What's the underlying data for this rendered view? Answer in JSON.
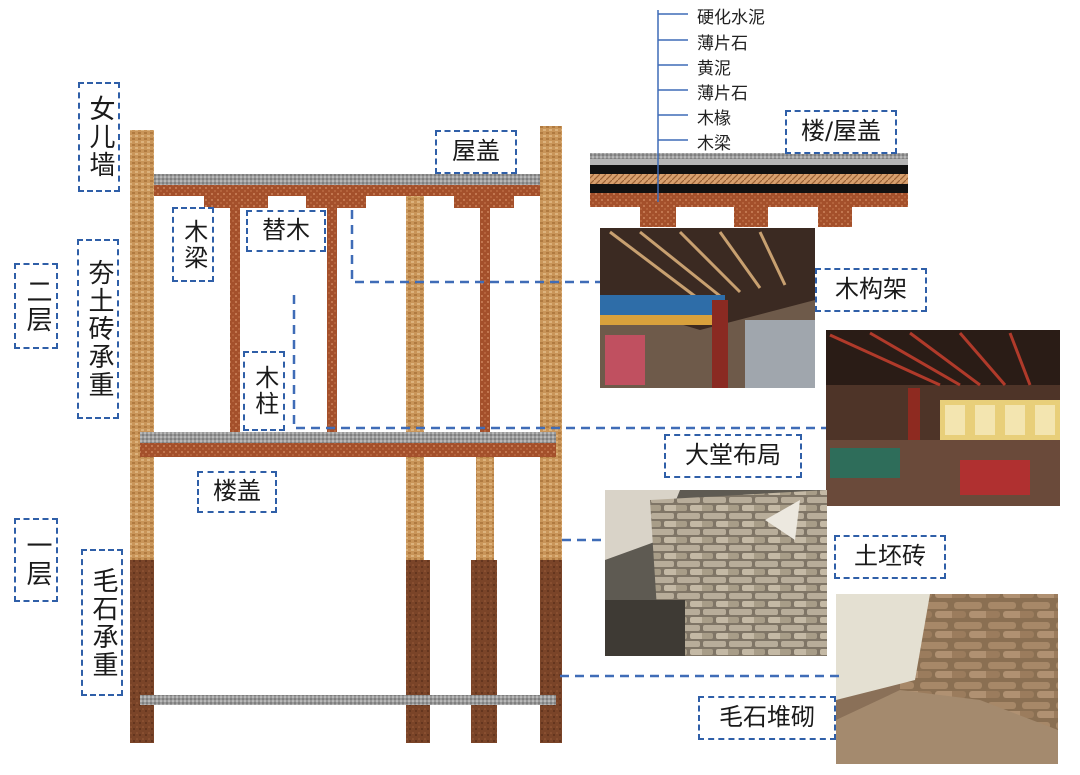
{
  "side_labels": {
    "parapet": "女儿墙",
    "second_floor": "二层",
    "rammed_brick": "夯土砖承重",
    "first_floor": "一层",
    "rubble_bearing": "毛石承重"
  },
  "structure_labels": {
    "roof": "屋盖",
    "beam": "木梁",
    "bracket": "替木",
    "column": "木柱",
    "floor_slab": "楼盖"
  },
  "section_detail": {
    "title": "楼/屋盖",
    "layers": [
      "硬化水泥",
      "薄片石",
      "黄泥",
      "薄片石",
      "木椽",
      "木梁"
    ]
  },
  "photo_labels": {
    "timber_frame": "木构架",
    "hall_layout": "大堂布局",
    "adobe_brick": "土坯砖",
    "rubble_masonry": "毛石堆砌"
  },
  "colors": {
    "wall_tan": "#c99559",
    "timber_red": "#a4502b",
    "rubble_dark": "#7a4428",
    "slab_gray": "#8e8e8e",
    "leader_blue": "#3f6cb7"
  }
}
